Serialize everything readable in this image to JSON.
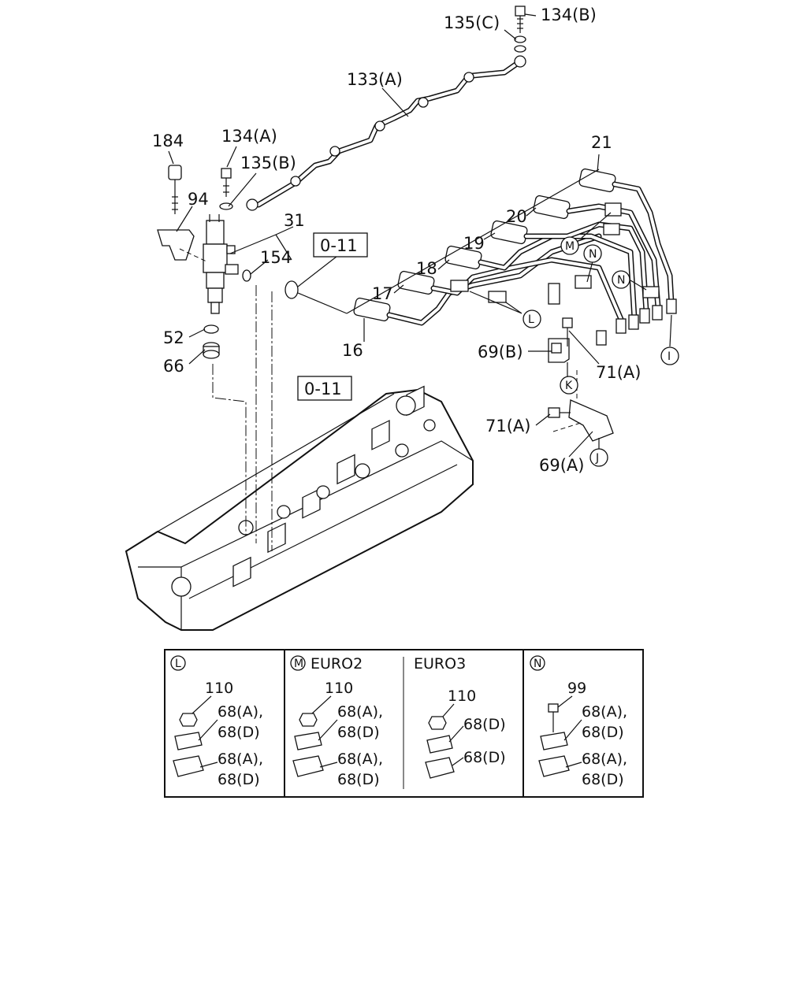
{
  "callouts": {
    "c134b": "134(B)",
    "c135c": "135(C)",
    "c133a": "133(A)",
    "c184": "184",
    "c134a": "134(A)",
    "c135b": "135(B)",
    "c94": "94",
    "c31": "31",
    "c154": "154",
    "c52": "52",
    "c66": "66",
    "c21": "21",
    "c20": "20",
    "c19": "19",
    "c18": "18",
    "c17": "17",
    "c16": "16",
    "c69b": "69(B)",
    "c71a_1": "71(A)",
    "c71a_2": "71(A)",
    "c69a": "69(A)"
  },
  "ref_boxes": {
    "upper": "0-11",
    "lower": "0-11"
  },
  "markers": {
    "L": "L",
    "M": "M",
    "N_1": "N",
    "N_2": "N",
    "K": "K",
    "J": "J",
    "I": "I"
  },
  "detail_table": {
    "panel_l": {
      "marker": "L",
      "nut": "110",
      "upper_clamp_1": "68(A),",
      "upper_clamp_2": "68(D)",
      "lower_clamp_1": "68(A),",
      "lower_clamp_2": "68(D)"
    },
    "panel_m": {
      "marker": "M",
      "euro2": {
        "title": "EURO2",
        "nut": "110",
        "upper_clamp_1": "68(A),",
        "upper_clamp_2": "68(D)",
        "lower_clamp_1": "68(A),",
        "lower_clamp_2": "68(D)"
      },
      "euro3": {
        "title": "EURO3",
        "nut": "110",
        "upper_clamp": "68(D)",
        "lower_clamp": "68(D)"
      }
    },
    "panel_n": {
      "marker": "N",
      "bolt": "99",
      "upper_clamp_1": "68(A),",
      "upper_clamp_2": "68(D)",
      "lower_clamp_1": "68(A),",
      "lower_clamp_2": "68(D)"
    }
  }
}
